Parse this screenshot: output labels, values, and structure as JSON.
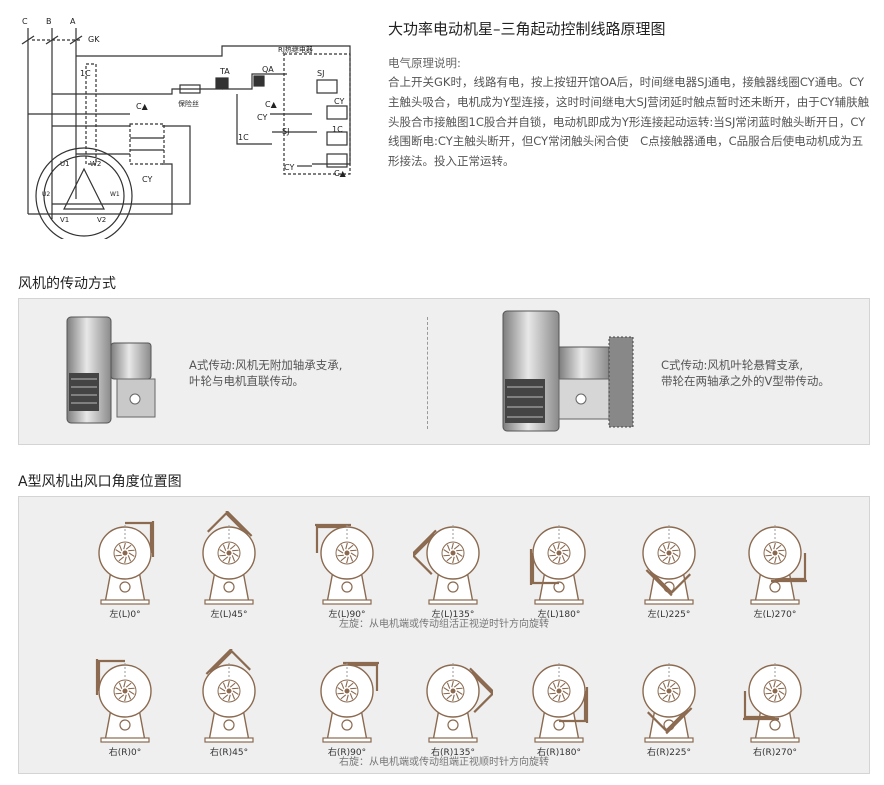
{
  "doc": {
    "title": "大功率电动机星–三角起动控制线路原理图",
    "principle_label": "电气原理说明:",
    "principle_text": "合上开关GK时，线路有电，按上按钮开馆OA后，时间继电器SJ通电，接触器线圈CY通电。CY主触头吸合，电机成为Y型连接，这时时间继电大SJ营闭延时触点暂时还未断开，由于CY辅肤触头股合市接触图1C股合并自锁，电动机即成为Y形连接起动运转:当SJ常闭蓝时触头断开日，CY线围断电:CY主触头断开，但CY常闭触头闲合使　C点接触器通电，C品服合后使电动机成为五形接法。投入正常运转。"
  },
  "wiring": {
    "labels": {
      "c": "C",
      "b": "B",
      "a": "A",
      "gk": "GK",
      "rj": "RJ热继电器",
      "sj1": "SJ",
      "sj2": "SJ",
      "qa": "QA",
      "ta": "TA",
      "fuse": "保险丝",
      "c1": "1C",
      "c1b": "1C",
      "c1c": "1C",
      "ctri": "C▲",
      "ctri2": "C▲",
      "ctri3": "C▲",
      "cy": "CY",
      "cy2": "CY",
      "cy3": "CY",
      "cy4": "CY",
      "u1": "U1",
      "u2": "U2",
      "v1": "V1",
      "v2": "V2",
      "w1": "W1",
      "w2": "W2"
    }
  },
  "transmission": {
    "section_title": "风机的传动方式",
    "type_a": [
      "A式传动:风机无附加轴承支承,",
      "叶轮与电机直联传动。"
    ],
    "type_c": [
      "C式传动:风机叶轮悬臂支承,",
      "带轮在两轴承之外的V型带传动。"
    ]
  },
  "angles": {
    "section_title": "A型风机出风口角度位置图",
    "left": {
      "note": "左旋：从电机端或传动组活正视逆时针方向旋转",
      "items": [
        {
          "label": "左(L)0°",
          "angle": 0
        },
        {
          "label": "左(L)45°",
          "angle": 45
        },
        {
          "label": "左(L)90°",
          "angle": 90
        },
        {
          "label": "左(L)135°",
          "angle": 135
        },
        {
          "label": "左(L)180°",
          "angle": 180
        },
        {
          "label": "左(L)225°",
          "angle": 225
        },
        {
          "label": "左(L)270°",
          "angle": 270
        }
      ]
    },
    "right": {
      "note": "右旋：从电机端或传动组端正视顺时针方向旋转",
      "items": [
        {
          "label": "右(R)0°",
          "angle": 0
        },
        {
          "label": "右(R)45°",
          "angle": 45
        },
        {
          "label": "右(R)90°",
          "angle": 90
        },
        {
          "label": "右(R)135°",
          "angle": 135
        },
        {
          "label": "右(R)180°",
          "angle": 180
        },
        {
          "label": "右(R)225°",
          "angle": 225
        },
        {
          "label": "右(R)270°",
          "angle": 270
        }
      ]
    }
  },
  "colors": {
    "outlet": "#8b6a50",
    "wire": "#333333",
    "panel": "#efefef"
  }
}
